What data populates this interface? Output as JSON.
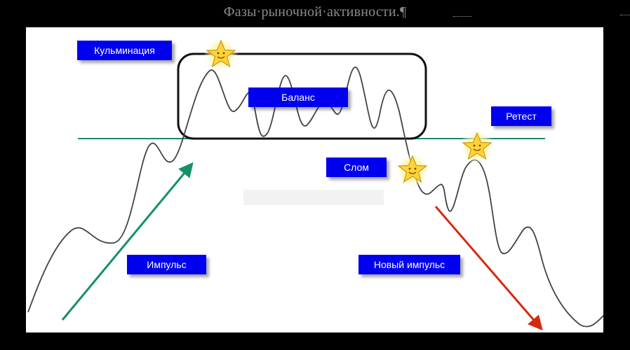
{
  "title": "Фазы·рыночной·активности.¶",
  "labels": {
    "culmination": "Кульминация",
    "balance": "Баланс",
    "retest": "Ретест",
    "breakdown": "Слом",
    "impulse": "Импульс",
    "new_impulse": "Новый импульс"
  },
  "colors": {
    "label_bg": "#0000ee",
    "label_text": "#ffffff",
    "price_line": "#444444",
    "level_line": "#1a8a6a",
    "impulse_arrow": "#15906a",
    "new_impulse_arrow": "#d42a10",
    "star_fill": "#ffd23a"
  },
  "icons": {
    "star": "smiling-star-icon"
  }
}
